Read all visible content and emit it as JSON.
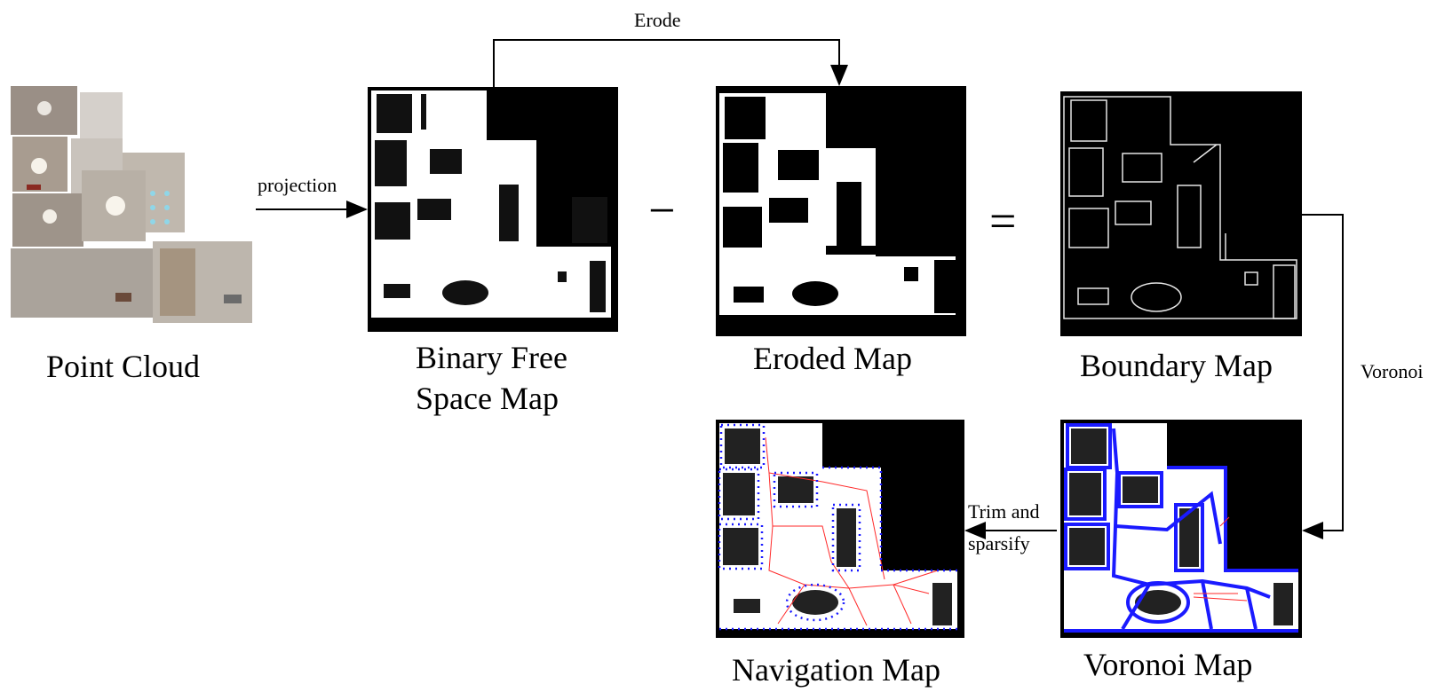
{
  "captions": {
    "point_cloud": "Point Cloud",
    "binary_free_line1": "Binary Free",
    "binary_free_line2": "Space Map",
    "eroded": "Eroded Map",
    "boundary": "Boundary Map",
    "voronoi": "Voronoi Map",
    "navigation": "Navigation Map"
  },
  "arrow_labels": {
    "projection": "projection",
    "erode": "Erode",
    "voronoi": "Voronoi",
    "trim_line1": "Trim and",
    "trim_line2": "sparsify"
  },
  "operators": {
    "minus": "−",
    "equals": "="
  },
  "colors": {
    "free_space": "#ffffff",
    "obstacle": "#000000",
    "voronoi_edge": "#1a1aff",
    "nav_edge": "#ff2a2a"
  }
}
